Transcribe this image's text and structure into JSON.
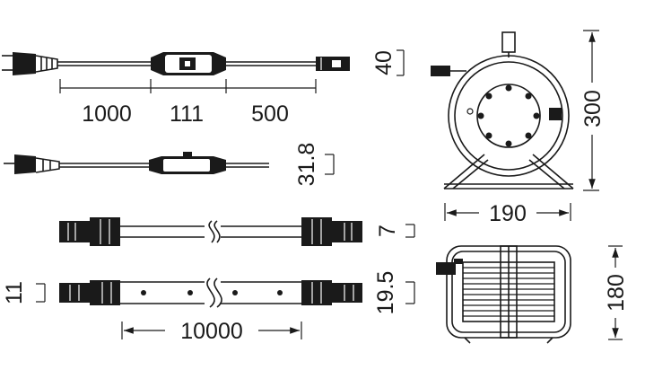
{
  "dimensions": {
    "plug_cable": "1000",
    "rcd_box": "111",
    "tail_cable": "500",
    "connector_height": "40",
    "rcd_thickness": "31.8",
    "cable_thin_diameter": "7",
    "cable_thick_diameter": "19.5",
    "connector_diameter": "11",
    "extension_length": "10000",
    "reel_height": "300",
    "reel_width": "190",
    "reel_depth": "180"
  }
}
